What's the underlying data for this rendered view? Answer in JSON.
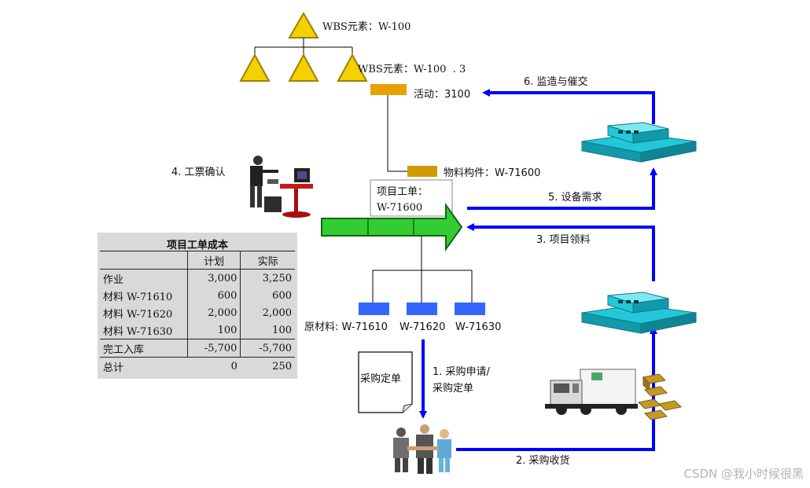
{
  "wbs": {
    "top_label": "WBS元素：W-100",
    "sub_label": "WBS元素：W-100  . 3",
    "activity_label": "活动：3100",
    "component_label": "物料构件：W-71600"
  },
  "order": {
    "title": "项目工单：",
    "number": "W-71600"
  },
  "materials": {
    "prefix": "原材料: ",
    "items": [
      "W-71610",
      "W-71620",
      "W-71630"
    ]
  },
  "steps": {
    "step1_line1": "1. 采购申请/",
    "step1_line2": "采购定单",
    "step2": "2. 采购收货",
    "step3": "3. 项目领料",
    "step4": "4. 工票确认",
    "step5": "5. 设备需求",
    "step6": "6. 监造与催交"
  },
  "purchase_doc_label": "采购定单",
  "cost_table": {
    "title": "项目工单成本",
    "columns": [
      "",
      "计划",
      "实际"
    ],
    "rows": [
      {
        "name": "作业",
        "plan": "3,000",
        "actual": "3,250"
      },
      {
        "name": "材料 W-71610",
        "plan": "600",
        "actual": "600"
      },
      {
        "name": "材料 W-71620",
        "plan": "2,000",
        "actual": "2,000"
      },
      {
        "name": "材料 W-71630",
        "plan": "100",
        "actual": "100"
      }
    ],
    "finish_row": {
      "name": "完工入库",
      "plan": "-5,700",
      "actual": "-5,700"
    },
    "total_row": {
      "name": "总计",
      "plan": "0",
      "actual": "250"
    }
  },
  "colors": {
    "flow_arrow": "#0000ff",
    "triangle": "#f5d000",
    "activity_box": "#e8a000",
    "material_box": "#3366ff",
    "order_arrow": "#33cc33",
    "warehouse": "#22c8d8"
  },
  "watermark": "CSDN @我小时候很黑"
}
